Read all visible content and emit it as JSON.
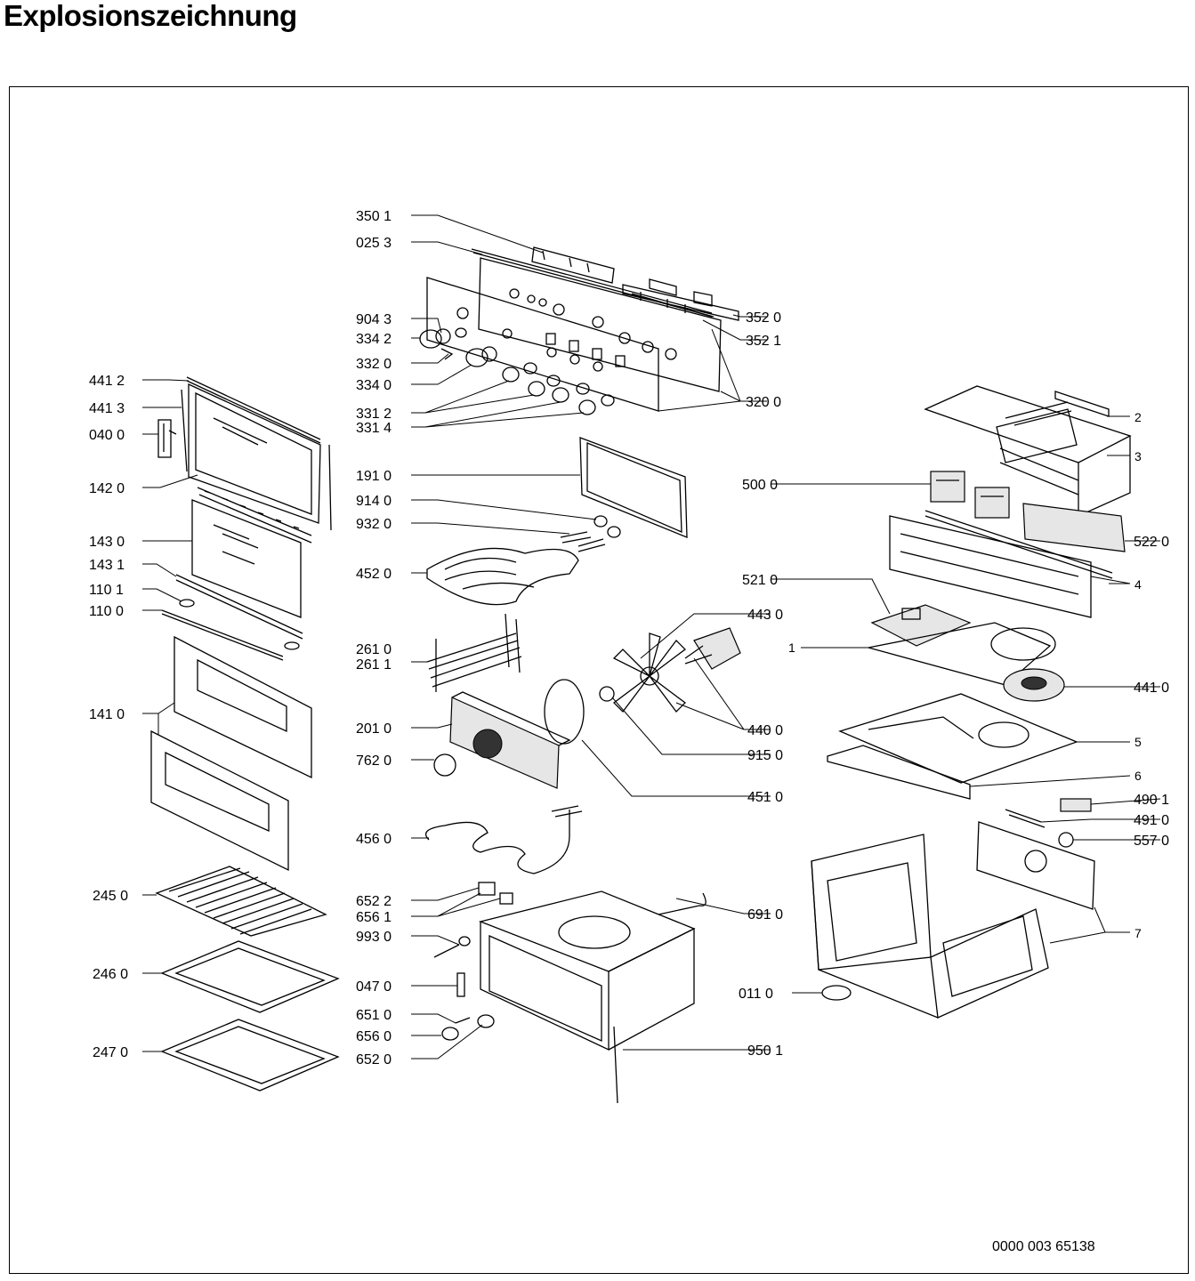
{
  "title": "Explosionszeichnung",
  "document_number": "0000 003 65138",
  "labels": {
    "l3501": "350 1",
    "l0253": "025 3",
    "l9043": "904 3",
    "l3342": "334 2",
    "l3320": "332 0",
    "l3340": "334 0",
    "l3312": "331 2",
    "l3314": "331 4",
    "l3520": "352 0",
    "l3521": "352 1",
    "l3200": "320 0",
    "l4412": "441 2",
    "l4413": "441 3",
    "l0400": "040 0",
    "l1420": "142 0",
    "l1430": "143 0",
    "l1431": "143 1",
    "l1101": "110 1",
    "l1100": "110 0",
    "l1410": "141 0",
    "l2450": "245 0",
    "l2460": "246 0",
    "l2470": "247 0",
    "l1910": "191 0",
    "l9140": "914 0",
    "l9320": "932 0",
    "l4520": "452 0",
    "l2610": "261 0",
    "l2611": "261 1",
    "l2010": "201 0",
    "l7620": "762 0",
    "l4560": "456 0",
    "l6522": "652 2",
    "l6561": "656 1",
    "l9930": "993 0",
    "l0470": "047 0",
    "l6510": "651 0",
    "l6560": "656 0",
    "l6520": "652 0",
    "l4430": "443 0",
    "l4400": "440 0",
    "l9150": "915 0",
    "l4510": "451 0",
    "l6910": "691 0",
    "l0110": "011 0",
    "l9501": "950 1",
    "l5000": "500 0",
    "l5220": "522 0",
    "l5210": "521 0",
    "l4410": "441 0",
    "l4901": "490 1",
    "l4910": "491 0",
    "l5570": "557 0",
    "n1": "1",
    "n2": "2",
    "n3": "3",
    "n4": "4",
    "n5": "5",
    "n6": "6",
    "n7": "7"
  }
}
